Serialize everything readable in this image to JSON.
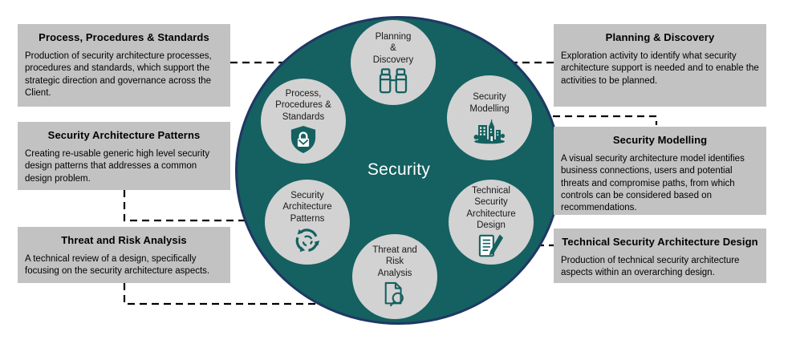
{
  "diagram_title": "Security",
  "colors": {
    "hub_teal": "#156060",
    "hub_border_navy": "#1f3864",
    "node_gray": "#d2d2d2",
    "callout_gray": "#c2c2c2",
    "connector_black": "#000000",
    "hub_text_white": "#ffffff"
  },
  "hub": {
    "label": "Security"
  },
  "nodes": {
    "planning": {
      "label": "Planning\n&\nDiscovery",
      "icon": "binoculars-icon"
    },
    "modelling": {
      "label": "Security\nModelling",
      "icon": "city-buildings-icon"
    },
    "technical": {
      "label": "Technical\nSecurity\nArchitecture\nDesign",
      "icon": "document-pencil-icon"
    },
    "threat": {
      "label": "Threat and\nRisk\nAnalysis",
      "icon": "document-magnifier-icon"
    },
    "patterns": {
      "label": "Security\nArchitecture\nPatterns",
      "icon": "circular-arrows-icon"
    },
    "process": {
      "label": "Process,\nProcedures &\nStandards",
      "icon": "shield-lock-icon"
    }
  },
  "callouts": {
    "process": {
      "title": "Process, Procedures & Standards",
      "body": "Production of security architecture processes, procedures and standards, which support the strategic direction and governance across the Client."
    },
    "patterns": {
      "title": "Security Architecture Patterns",
      "body": "Creating re-usable generic high level security design patterns that addresses a common design problem."
    },
    "threat": {
      "title": "Threat and Risk Analysis",
      "body": "A technical review of a design, specifically focusing on the security architecture aspects."
    },
    "planning": {
      "title": "Planning & Discovery",
      "body": "Exploration activity to identify what security architecture support is needed and to enable the activities to be planned."
    },
    "modelling": {
      "title": "Security Modelling",
      "body": "A visual security architecture model identifies business connections, users and potential threats and compromise paths, from which controls can be considered based on recommendations."
    },
    "technical": {
      "title": "Technical Security Architecture Design",
      "body": "Production of technical security architecture aspects within an overarching design."
    }
  }
}
